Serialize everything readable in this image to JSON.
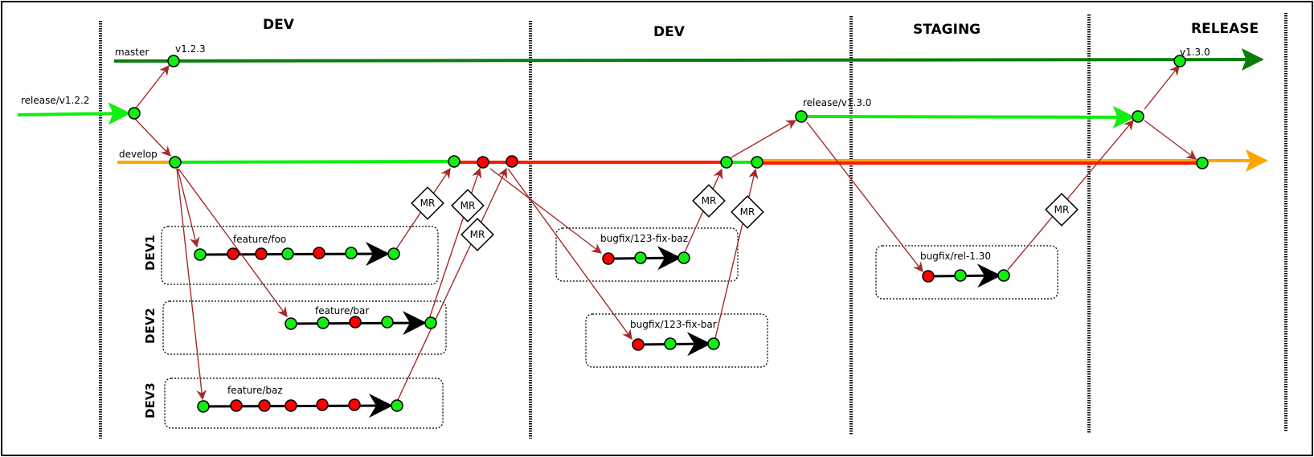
{
  "phases": [
    "DEV",
    "DEV",
    "STAGING",
    "RELEASE"
  ],
  "developers": [
    "DEV1",
    "DEV2",
    "DEV3"
  ],
  "branches": {
    "master": "master",
    "release_122": "release/v1.2.2",
    "develop": "develop",
    "release_130": "release/v1.3.0",
    "feature_foo": "feature/foo",
    "feature_bar": "feature/bar",
    "feature_baz": "feature/baz",
    "bugfix_baz": "bugfix/123-fix-baz",
    "bugfix_bar": "bugfix/123-fix-bar",
    "bugfix_rel": "bugfix/rel-1.30"
  },
  "tags": {
    "v123": "v1.2.3",
    "v130": "v1.3.0"
  },
  "mr_label": "MR",
  "colors": {
    "master": "#0a7d0a",
    "bright_green": "#11ee11",
    "develop_orange": "#ffa500",
    "broken_red": "#ff1a00",
    "node_green": "#11ee11",
    "node_red": "#ff0000",
    "merge_arrow": "#a52a2a",
    "commit_line": "#000000"
  }
}
